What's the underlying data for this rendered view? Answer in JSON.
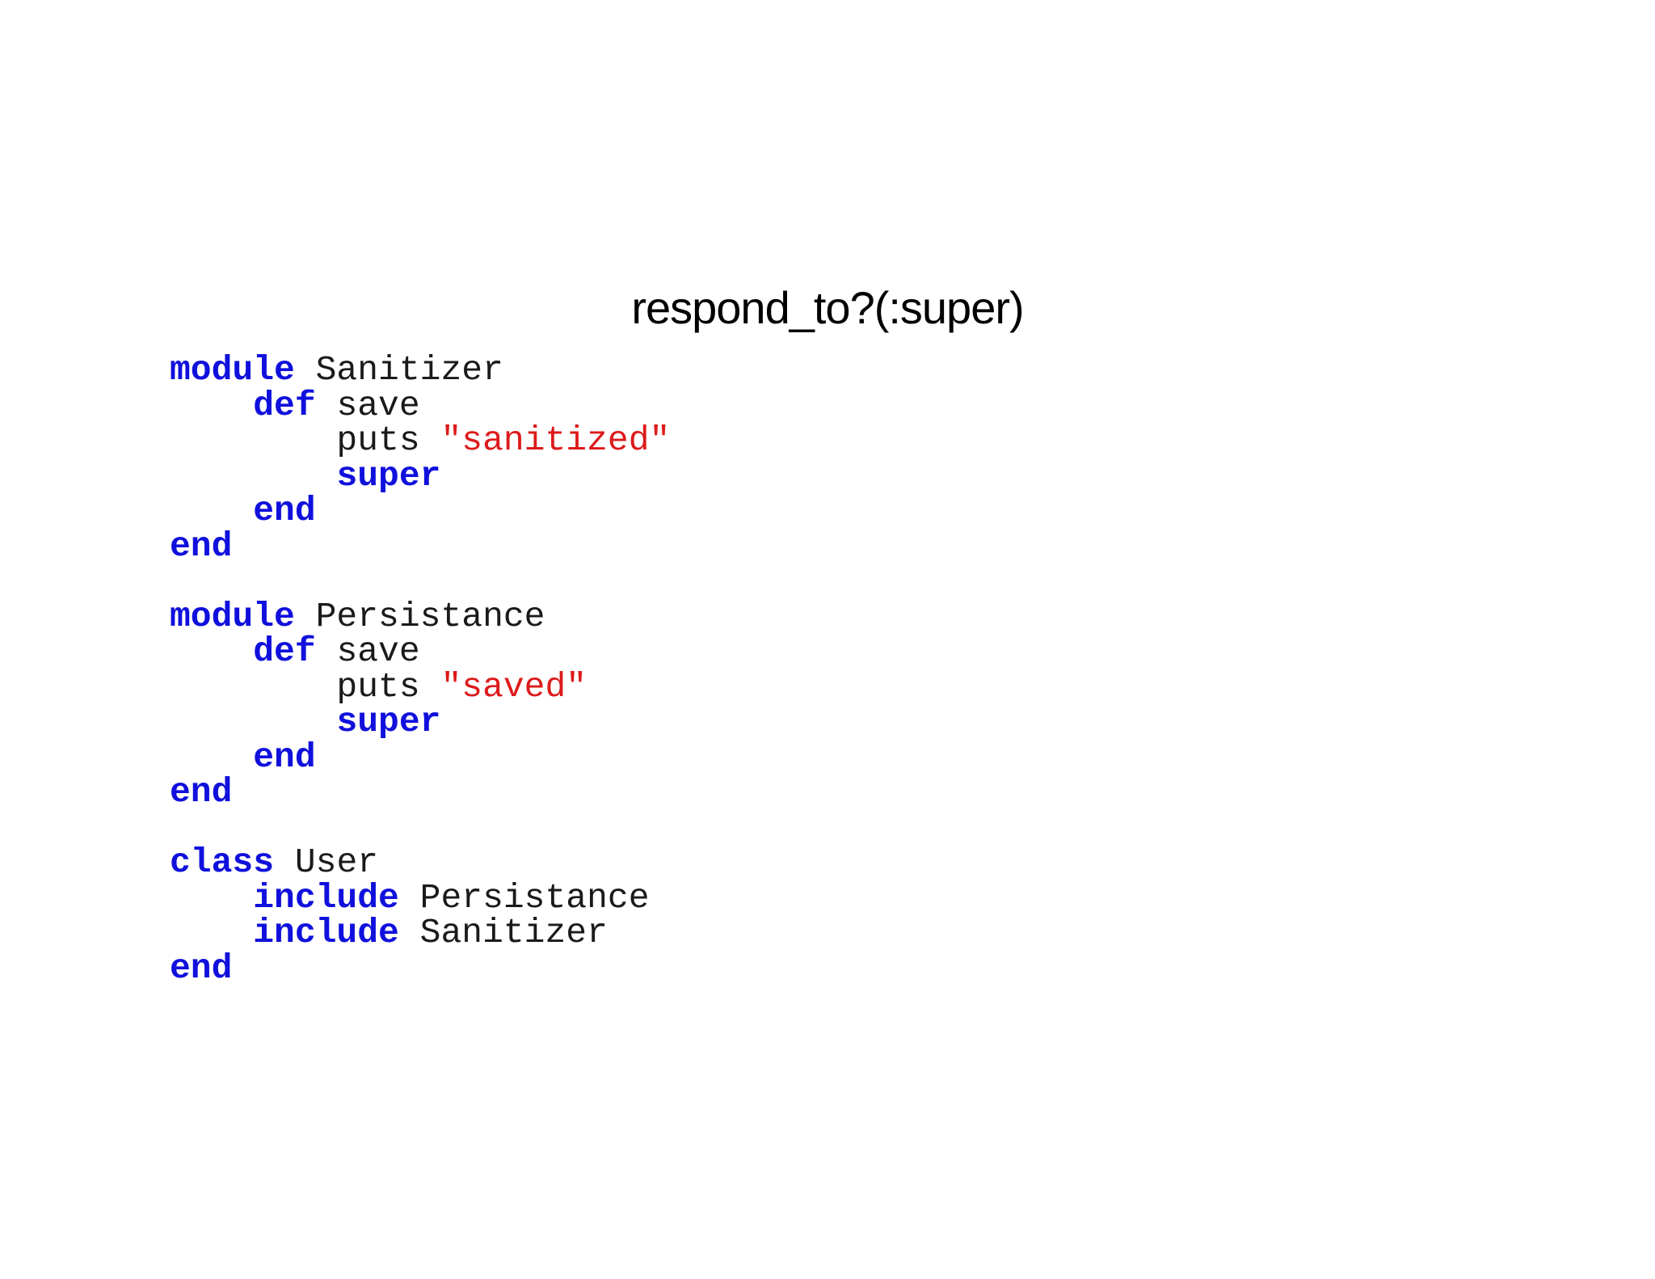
{
  "title": "respond_to?(:super)",
  "colors": {
    "keyword": "#1010dd",
    "string": "#dd1a1a",
    "text": "#1a1a1a"
  },
  "code_lines": [
    [
      {
        "t": "module",
        "k": "kw"
      },
      {
        "t": " Sanitizer",
        "k": "id"
      }
    ],
    [
      {
        "t": "    ",
        "k": "id"
      },
      {
        "t": "def",
        "k": "kw"
      },
      {
        "t": " save",
        "k": "id"
      }
    ],
    [
      {
        "t": "        puts ",
        "k": "id"
      },
      {
        "t": "\"sanitized\"",
        "k": "str"
      }
    ],
    [
      {
        "t": "        ",
        "k": "id"
      },
      {
        "t": "super",
        "k": "kw"
      }
    ],
    [
      {
        "t": "    ",
        "k": "id"
      },
      {
        "t": "end",
        "k": "kw"
      }
    ],
    [
      {
        "t": "end",
        "k": "kw"
      }
    ],
    [],
    [
      {
        "t": "module",
        "k": "kw"
      },
      {
        "t": " Persistance",
        "k": "id"
      }
    ],
    [
      {
        "t": "    ",
        "k": "id"
      },
      {
        "t": "def",
        "k": "kw"
      },
      {
        "t": " save",
        "k": "id"
      }
    ],
    [
      {
        "t": "        puts ",
        "k": "id"
      },
      {
        "t": "\"saved\"",
        "k": "str"
      }
    ],
    [
      {
        "t": "        ",
        "k": "id"
      },
      {
        "t": "super",
        "k": "kw"
      }
    ],
    [
      {
        "t": "    ",
        "k": "id"
      },
      {
        "t": "end",
        "k": "kw"
      }
    ],
    [
      {
        "t": "end",
        "k": "kw"
      }
    ],
    [],
    [
      {
        "t": "class",
        "k": "kw"
      },
      {
        "t": " User",
        "k": "id"
      }
    ],
    [
      {
        "t": "    ",
        "k": "id"
      },
      {
        "t": "include",
        "k": "kw"
      },
      {
        "t": " Persistance",
        "k": "id"
      }
    ],
    [
      {
        "t": "    ",
        "k": "id"
      },
      {
        "t": "include",
        "k": "kw"
      },
      {
        "t": " Sanitizer",
        "k": "id"
      }
    ],
    [
      {
        "t": "end",
        "k": "kw"
      }
    ]
  ]
}
